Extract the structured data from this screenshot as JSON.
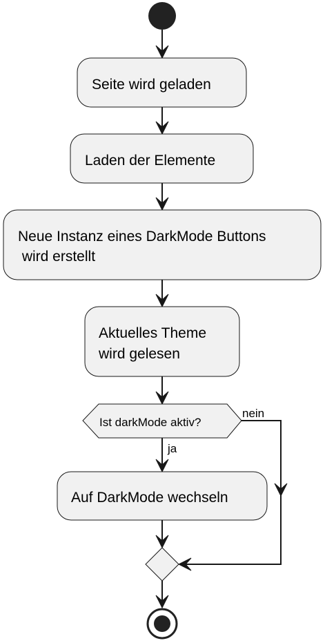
{
  "diagram": {
    "type": "activity",
    "nodes": {
      "load_page": {
        "lines": [
          "Seite wird geladen"
        ]
      },
      "load_elements": {
        "lines": [
          "Laden der Elemente"
        ]
      },
      "new_instance": {
        "lines": [
          "Neue Instanz eines DarkMode Buttons",
          " wird erstellt"
        ]
      },
      "read_theme": {
        "lines": [
          "Aktuelles Theme",
          "wird gelesen"
        ]
      },
      "decision": {
        "lines": [
          "Ist darkMode aktiv?"
        ]
      },
      "switch_dark": {
        "lines": [
          "Auf DarkMode wechseln"
        ]
      }
    },
    "branch_labels": {
      "yes": "ja",
      "no": "nein"
    },
    "colors": {
      "node_fill": "#f1f1f1",
      "stroke": "#181818",
      "start_end": "#222222"
    }
  }
}
